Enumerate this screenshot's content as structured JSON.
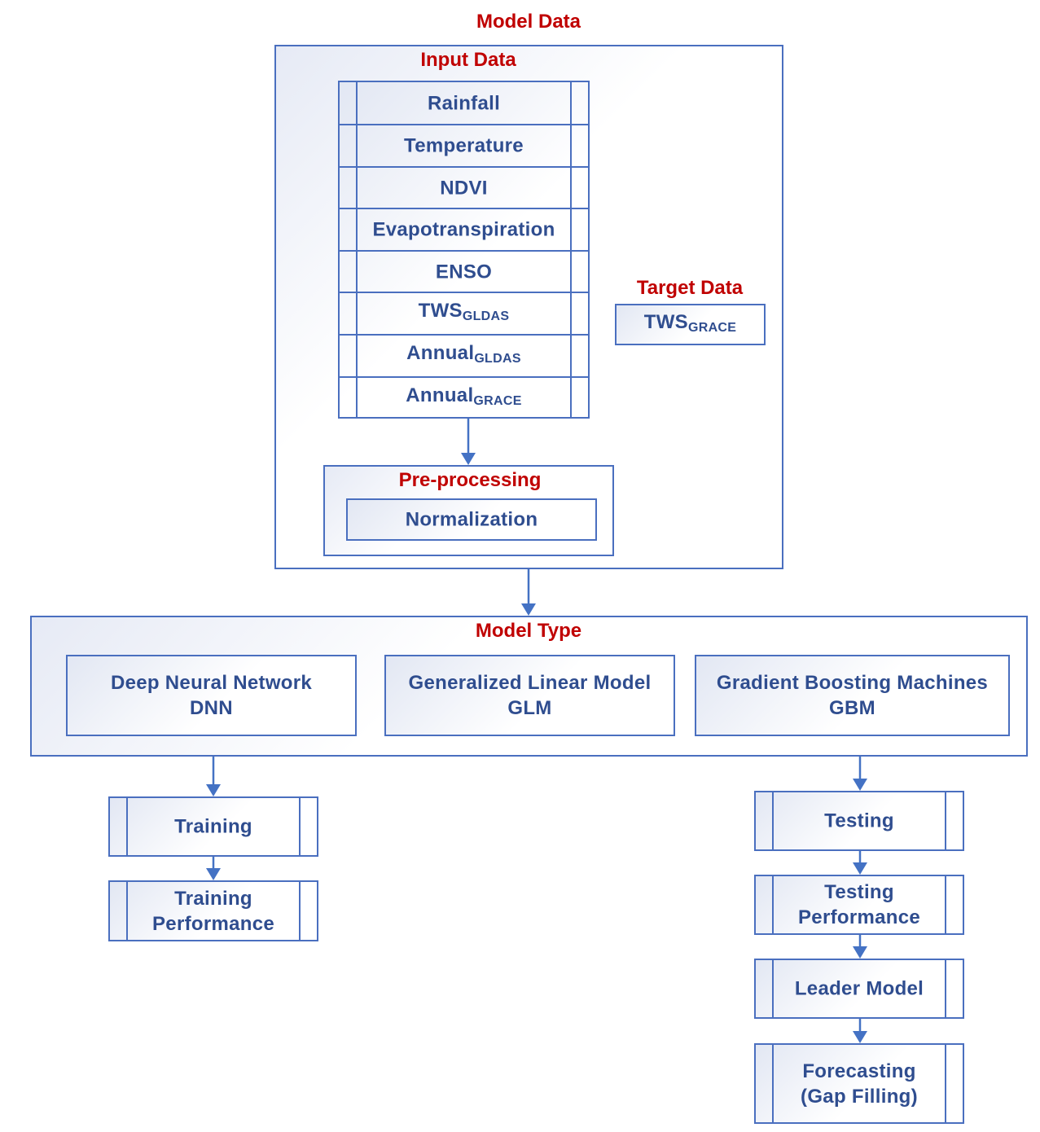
{
  "title": "Model Data",
  "input_data": {
    "label": "Input Data",
    "items": [
      {
        "main": "Rainfall",
        "sub": ""
      },
      {
        "main": "Temperature",
        "sub": ""
      },
      {
        "main": "NDVI",
        "sub": ""
      },
      {
        "main": "Evapotranspiration",
        "sub": ""
      },
      {
        "main": "ENSO",
        "sub": ""
      },
      {
        "main": "TWS",
        "sub": "GLDAS"
      },
      {
        "main": "Annual",
        "sub": "GLDAS"
      },
      {
        "main": "Annual",
        "sub": "GRACE"
      }
    ]
  },
  "target_data": {
    "label": "Target Data",
    "main": "TWS",
    "sub": "GRACE"
  },
  "preprocessing": {
    "label": "Pre-processing",
    "step": "Normalization"
  },
  "model_type": {
    "label": "Model Type",
    "models": [
      {
        "name": "Deep Neural Network",
        "abbr": "DNN"
      },
      {
        "name": "Generalized Linear Model",
        "abbr": "GLM"
      },
      {
        "name": "Gradient Boosting Machines",
        "abbr": "GBM"
      }
    ]
  },
  "training": {
    "step1": "Training",
    "step2_line1": "Training",
    "step2_line2": "Performance"
  },
  "testing": {
    "step1": "Testing",
    "step2_line1": "Testing",
    "step2_line2": "Performance",
    "step3": "Leader Model",
    "step4_line1": "Forecasting",
    "step4_line2": "(Gap Filling)"
  },
  "colors": {
    "border": "#4a6fbf",
    "text": "#2f4d8f",
    "heading": "#c00000"
  }
}
